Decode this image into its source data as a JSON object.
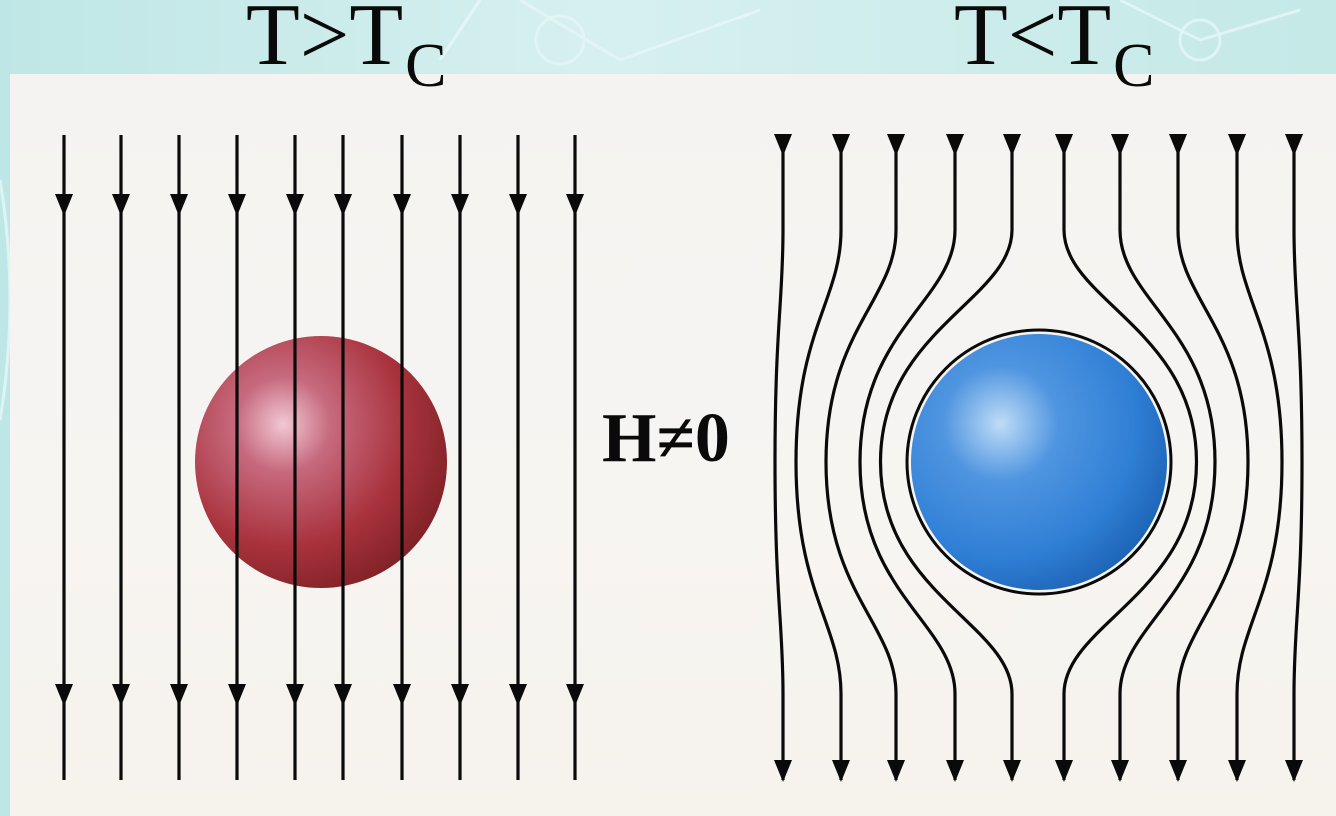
{
  "labels": {
    "normal_state": "T>T",
    "normal_state_sub": "C",
    "superconducting_state": "T<T",
    "superconducting_state_sub": "C",
    "field": "H≠0"
  },
  "colors": {
    "background": "#c9ecea",
    "panel": "#f5f3f0",
    "normal_sphere": "#a8323c",
    "superconducting_sphere": "#2f7fd6",
    "field_lines": "#0a0a0a"
  }
}
